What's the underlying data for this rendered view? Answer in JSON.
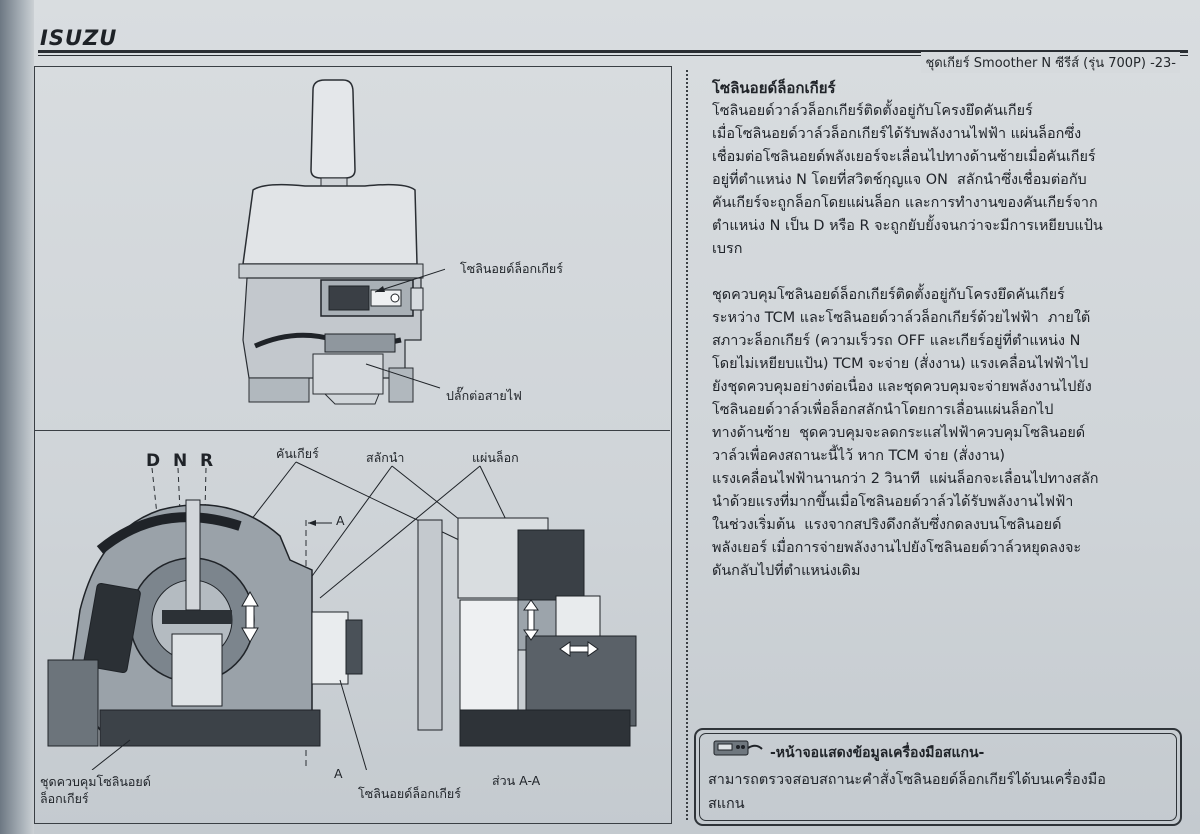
{
  "header": {
    "logo": "ISUZU",
    "running_title": "ชุดเกียร์ Smoother N ซีรีส์ (รุ่น 700P) -23-"
  },
  "figure_top": {
    "label_solenoid": "โซลินอยด์ล็อกเกียร์",
    "label_connector": "ปลั๊กต่อสายไฟ"
  },
  "figure_bottom": {
    "shift_positions": [
      "D",
      "N",
      "R"
    ],
    "label_lever": "คันเกียร์",
    "label_pin": "สลักนำ",
    "label_plate": "แผ่นล็อก",
    "label_section_mark_top": "A",
    "label_section_mark_bottom": "A",
    "label_controller_line1": "ชุดควบคุมโซลินอยด์",
    "label_controller_line2": "ล็อกเกียร์",
    "label_solenoid": "โซลินอยด์ล็อกเกียร์",
    "label_section": "ส่วน A-A"
  },
  "section": {
    "title": "โซลินอยด์ล็อกเกียร์",
    "para1": [
      "โซลินอยด์วาล์วล็อกเกียร์ติดตั้งอยู่กับโครงยึดคันเกียร์",
      "เมื่อโซลินอยด์วาล์วล็อกเกียร์ได้รับพลังงานไฟฟ้า แผ่นล็อกซึ่ง",
      "เชื่อมต่อโซลินอยด์พลังเยอร์จะเลื่อนไปทางด้านซ้ายเมื่อคันเกียร์",
      "อยู่ที่ตำแหน่ง N โดยที่สวิตช์กุญแจ ON  สลักนำซึ่งเชื่อมต่อกับ",
      "คันเกียร์จะถูกล็อกโดยแผ่นล็อก และการทำงานของคันเกียร์จาก",
      "ตำแหน่ง N เป็น D หรือ R จะถูกยับยั้งจนกว่าจะมีการเหยียบแป้น",
      "เบรก"
    ],
    "para2": [
      "ชุดควบคุมโซลินอยด์ล็อกเกียร์ติดตั้งอยู่กับโครงยึดคันเกียร์",
      "ระหว่าง TCM และโซลินอยด์วาล์วล็อกเกียร์ด้วยไฟฟ้า  ภายใต้",
      "สภาวะล็อกเกียร์ (ความเร็วรถ OFF และเกียร์อยู่ที่ตำแหน่ง N",
      "โดยไม่เหยียบแป้น) TCM จะจ่าย (สั่งงาน) แรงเคลื่อนไฟฟ้าไป",
      "ยังชุดควบคุมอย่างต่อเนื่อง และชุดควบคุมจะจ่ายพลังงานไปยัง",
      "โซลินอยด์วาล์วเพื่อล็อกสลักนำโดยการเลื่อนแผ่นล็อกไป",
      "ทางด้านซ้าย  ชุดควบคุมจะลดกระแสไฟฟ้าควบคุมโซลินอยด์",
      "วาล์วเพื่อคงสถานะนี้ไว้ หาก TCM จ่าย (สั่งงาน)",
      "แรงเคลื่อนไฟฟ้านานกว่า 2 วินาที  แผ่นล็อกจะเลื่อนไปทางสลัก",
      "นำด้วยแรงที่มากขึ้นเมื่อโซลินอยด์วาล์วได้รับพลังงานไฟฟ้า",
      "ในช่วงเริ่มต้น  แรงจากสปริงดึงกลับซึ่งกดลงบนโซลินอยด์",
      "พลังเยอร์ เมื่อการจ่ายพลังงานไปยังโซลินอยด์วาล์วหยุดลงจะ",
      "ดันกลับไปที่ตำแหน่งเดิม"
    ]
  },
  "note": {
    "icon": "scan-tool-icon",
    "title": "-หน้าจอแสดงข้อมูลเครื่องมือสแกน-",
    "body": [
      "สามารถตรวจสอบสถานะคำสั่งโซลินอยด์ล็อกเกียร์ได้บนเครื่องมือ",
      "สแกน"
    ]
  }
}
